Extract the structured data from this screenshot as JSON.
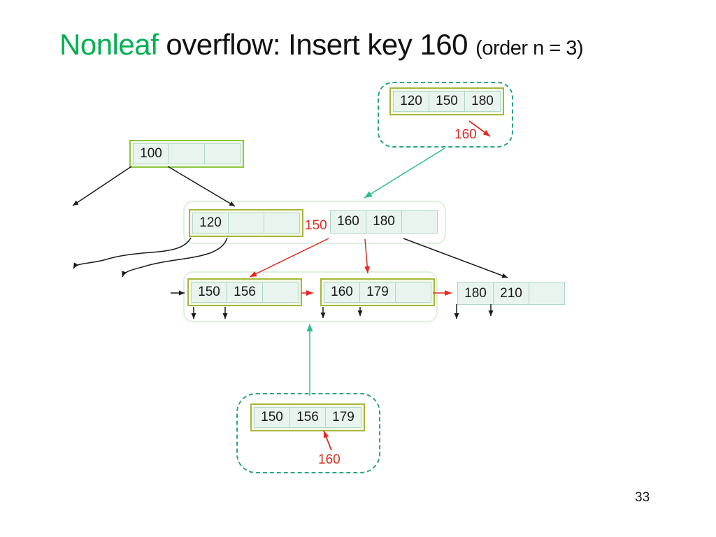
{
  "title": {
    "highlight": "Nonleaf",
    "main": " overflow: Insert key 160 ",
    "suffix": "(order n = 3)"
  },
  "page_number": "33",
  "nodes": {
    "overflow_top": {
      "cells": [
        "120",
        "150",
        "180"
      ]
    },
    "root": {
      "cells": [
        "100",
        "",
        ""
      ]
    },
    "internal_left": {
      "cells": [
        "120",
        "",
        ""
      ]
    },
    "internal_right": {
      "cells": [
        "160",
        "180",
        ""
      ]
    },
    "leaf_150": {
      "cells": [
        "150",
        "156",
        ""
      ]
    },
    "leaf_160": {
      "cells": [
        "160",
        "179",
        ""
      ]
    },
    "leaf_180": {
      "cells": [
        "180",
        "210",
        ""
      ]
    },
    "overflow_bottom": {
      "cells": [
        "150",
        "156",
        "179"
      ]
    }
  },
  "labels": {
    "inserted_key_top": "160",
    "pushed_up_key": "150",
    "inserted_key_bottom": "160"
  },
  "colors": {
    "title_highlight": "#00B050",
    "node_border_olive": "#A3B83C",
    "node_border_green": "#8CC63F",
    "cell_fill": "#E9F4EF",
    "cell_border": "#AFD8C8",
    "overflow_dashed_border": "#2BA584",
    "group_border": "#DDF1DC",
    "arrow_black": "#1A1A1A",
    "arrow_red": "#E7281E",
    "arrow_teal": "#2EBD8F"
  }
}
